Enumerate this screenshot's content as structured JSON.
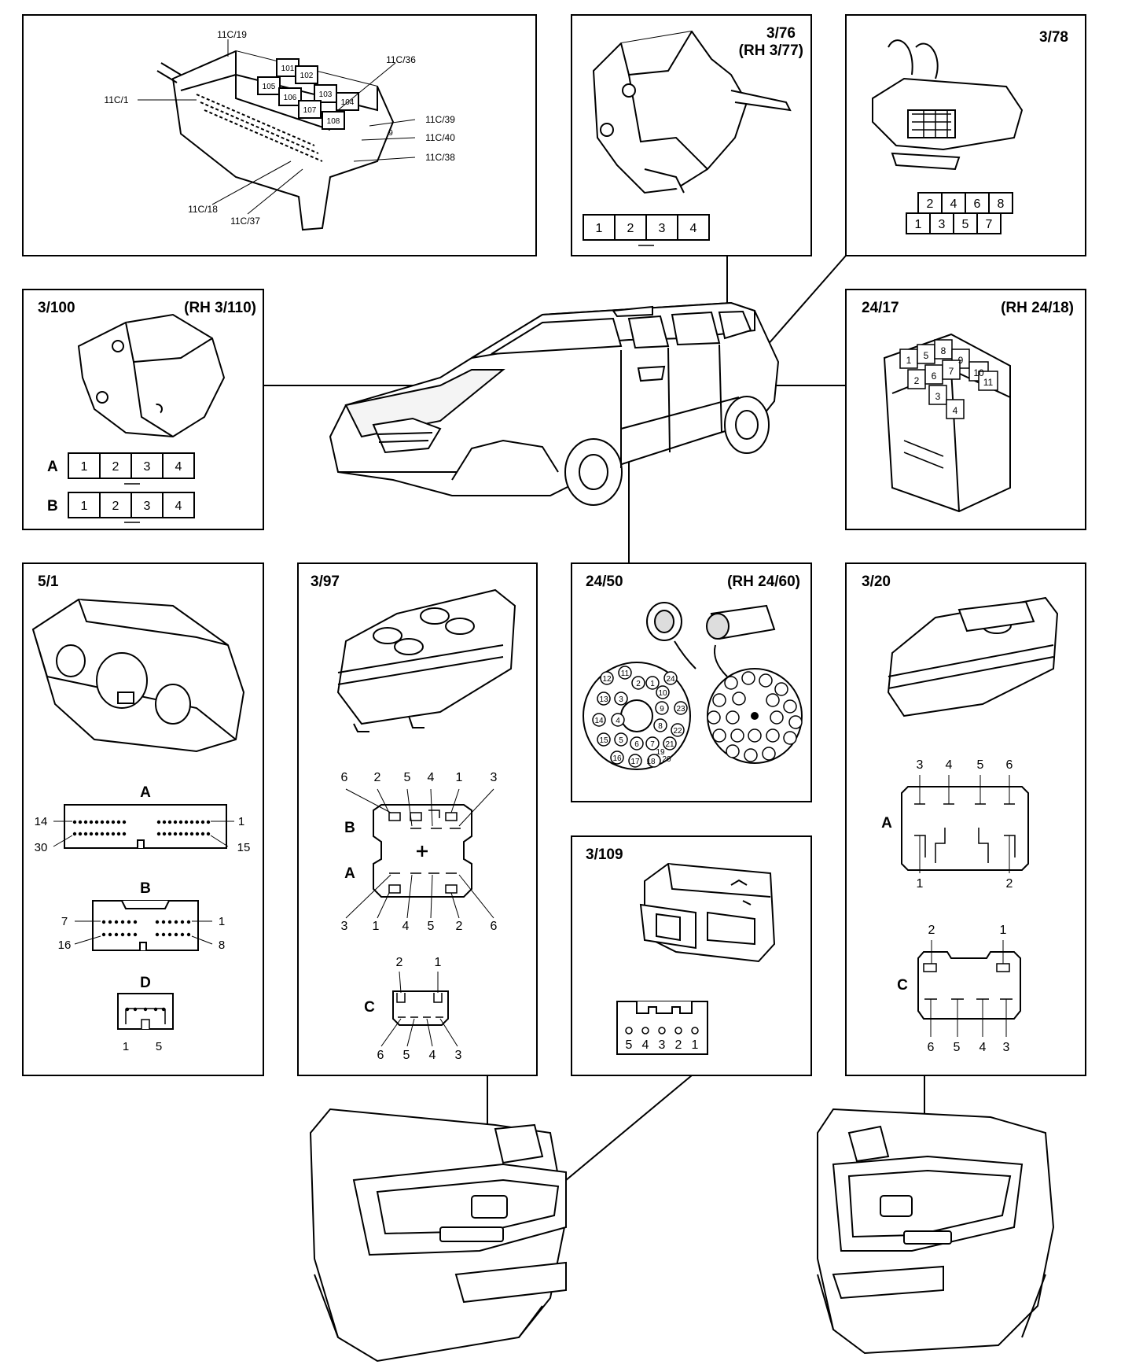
{
  "panels": {
    "fusebox": {
      "labels": [
        "11C/19",
        "11C/36",
        "11C/1",
        "11C/39",
        "11C/40",
        "11C/38",
        "11C/18",
        "11C/37"
      ],
      "relays": [
        "101",
        "102",
        "105",
        "106",
        "103",
        "104",
        "107",
        "108"
      ],
      "pin": "9"
    },
    "p376": {
      "id": "3/76",
      "rh": "(RH 3/77)",
      "pins": [
        "1",
        "2",
        "3",
        "4"
      ]
    },
    "p378": {
      "id": "3/78",
      "top_pins": [
        "2",
        "4",
        "6",
        "8"
      ],
      "bottom_pins": [
        "1",
        "3",
        "5",
        "7"
      ]
    },
    "p3100": {
      "id": "3/100",
      "rh": "(RH 3/110)",
      "row_a": "A",
      "row_b": "B",
      "pins_a": [
        "1",
        "2",
        "3",
        "4"
      ],
      "pins_b": [
        "1",
        "2",
        "3",
        "4"
      ]
    },
    "p2417": {
      "id": "24/17",
      "rh": "(RH 24/18)",
      "pins": [
        "1",
        "5",
        "8",
        "9",
        "2",
        "6",
        "7",
        "10",
        "11",
        "3",
        "4"
      ]
    },
    "p51": {
      "id": "5/1",
      "conn_a": "A",
      "a_pins": [
        "14",
        "1",
        "30",
        "15"
      ],
      "conn_b": "B",
      "b_pins": [
        "7",
        "1",
        "16",
        "8"
      ],
      "conn_d": "D",
      "d_pins": [
        "1",
        "5"
      ]
    },
    "p397": {
      "id": "3/97",
      "top_pins": [
        "6",
        "2",
        "5",
        "4",
        "1",
        "3"
      ],
      "row_b": "B",
      "row_a": "A",
      "bottom_pins": [
        "3",
        "1",
        "4",
        "5",
        "2",
        "6"
      ],
      "conn_c": "C",
      "c_top": [
        "2",
        "1"
      ],
      "c_bottom": [
        "6",
        "5",
        "4",
        "3"
      ]
    },
    "p2450": {
      "id": "24/50",
      "rh": "(RH 24/60)",
      "pins": [
        "12",
        "11",
        "2",
        "1",
        "24",
        "10",
        "23",
        "13",
        "3",
        "9",
        "22",
        "14",
        "4",
        "8",
        "21",
        "15",
        "5",
        "6",
        "7",
        "20",
        "16",
        "17",
        "18",
        "19"
      ]
    },
    "p3109": {
      "id": "3/109",
      "pins": [
        "5",
        "4",
        "3",
        "2",
        "1"
      ]
    },
    "p320": {
      "id": "3/20",
      "conn_a": "A",
      "a_top": [
        "3",
        "4",
        "5",
        "6"
      ],
      "a_bottom": [
        "1",
        "2"
      ],
      "conn_c": "C",
      "c_top": [
        "2",
        "1"
      ],
      "c_bottom": [
        "6",
        "5",
        "4",
        "3"
      ]
    }
  }
}
